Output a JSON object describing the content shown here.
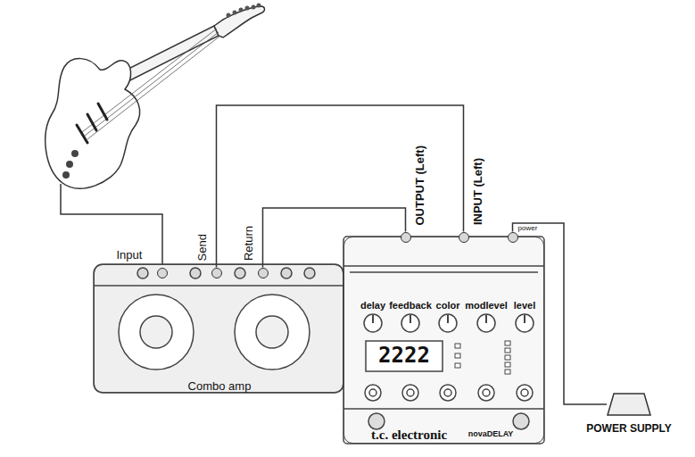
{
  "diagram": {
    "nodes": [
      {
        "text": [
          "Combo amp"
        ]
      },
      {
        "text": [
          "Input"
        ],
        "in": 0
      },
      {
        "text": [
          "Send"
        ],
        "in": 0
      },
      {
        "text": [
          "Return"
        ],
        "in": 0
      },
      {
        "text": [
          "t.c. electronic"
        ]
      },
      {
        "text": [
          "OUTPUT (Left)"
        ],
        "in": 4
      },
      {
        "text": [
          "INPUT (Left)"
        ],
        "in": 4
      },
      {
        "text": [
          "power"
        ],
        "in": 4
      },
      {
        "text": [
          "POWER SUPPLY"
        ]
      }
    ],
    "edges": [
      {
        "from": 2,
        "to": 6,
        "arrow": "none"
      },
      {
        "from": 5,
        "to": 3,
        "arrow": "none"
      },
      {
        "from": 7,
        "to": 8,
        "arrow": "none"
      }
    ],
    "labels": [
      "delay",
      "feedback",
      "color",
      "modlevel",
      "level",
      "2222",
      "novaDELAY"
    ]
  }
}
